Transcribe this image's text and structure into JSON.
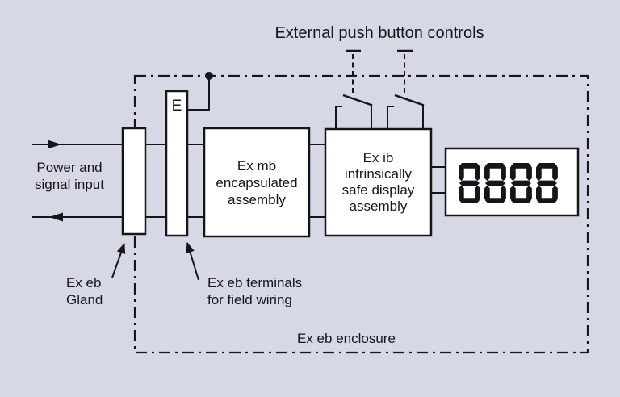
{
  "diagram": {
    "title": "External push button controls",
    "enclosure_label": "Ex eb enclosure",
    "power_label": {
      "line1": "Power and",
      "line2": "signal input"
    },
    "gland_label": {
      "line1": "Ex eb",
      "line2": "Gland"
    },
    "terminals_label": {
      "line1": "Ex eb terminals",
      "line2": "for field wiring"
    },
    "e_terminal_label": "E",
    "boxes": {
      "ex_mb": {
        "line1": "Ex mb",
        "line2": "encapsulated",
        "line3": "assembly"
      },
      "ex_ib": {
        "line1": "Ex ib",
        "line2": "intrinsically",
        "line3": "safe display",
        "line4": "assembly"
      }
    },
    "display": {
      "value": "8888"
    },
    "colors": {
      "background": "#d6d8e5",
      "line": "#16161a",
      "box_fill": "#ffffff"
    }
  }
}
